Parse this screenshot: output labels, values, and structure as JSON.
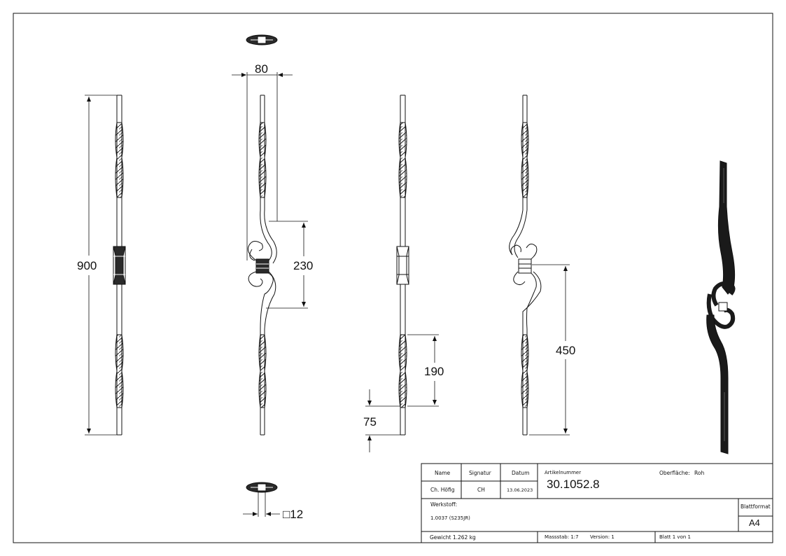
{
  "dimensions": {
    "width_top": "80",
    "total_height": "900",
    "ornament_height": "230",
    "twist_length": "190",
    "bottom_offset": "75",
    "center_height": "450",
    "square_section": "□12"
  },
  "title_block": {
    "headers": {
      "name": "Name",
      "signature": "Signatur",
      "date": "Datum"
    },
    "values": {
      "name": "Ch. Höfig",
      "signature": "CH",
      "date": "13.06.2023"
    },
    "article_label": "Artikelnummer",
    "article_number": "30.1052.8",
    "surface_label": "Oberfläche:",
    "surface_value": "Roh",
    "material_label": "Werkstoff:",
    "material_value": "1.0037 (S235JR)",
    "format_label": "Blattformat",
    "format_value": "A4",
    "weight": "Gewicht 1.262 kg",
    "scale": "Massstab: 1:7",
    "version": "Version: 1",
    "sheet": "Blatt 1 von 1"
  },
  "colors": {
    "line": "#111111",
    "background": "#ffffff",
    "solid": "#1a1a1a"
  }
}
